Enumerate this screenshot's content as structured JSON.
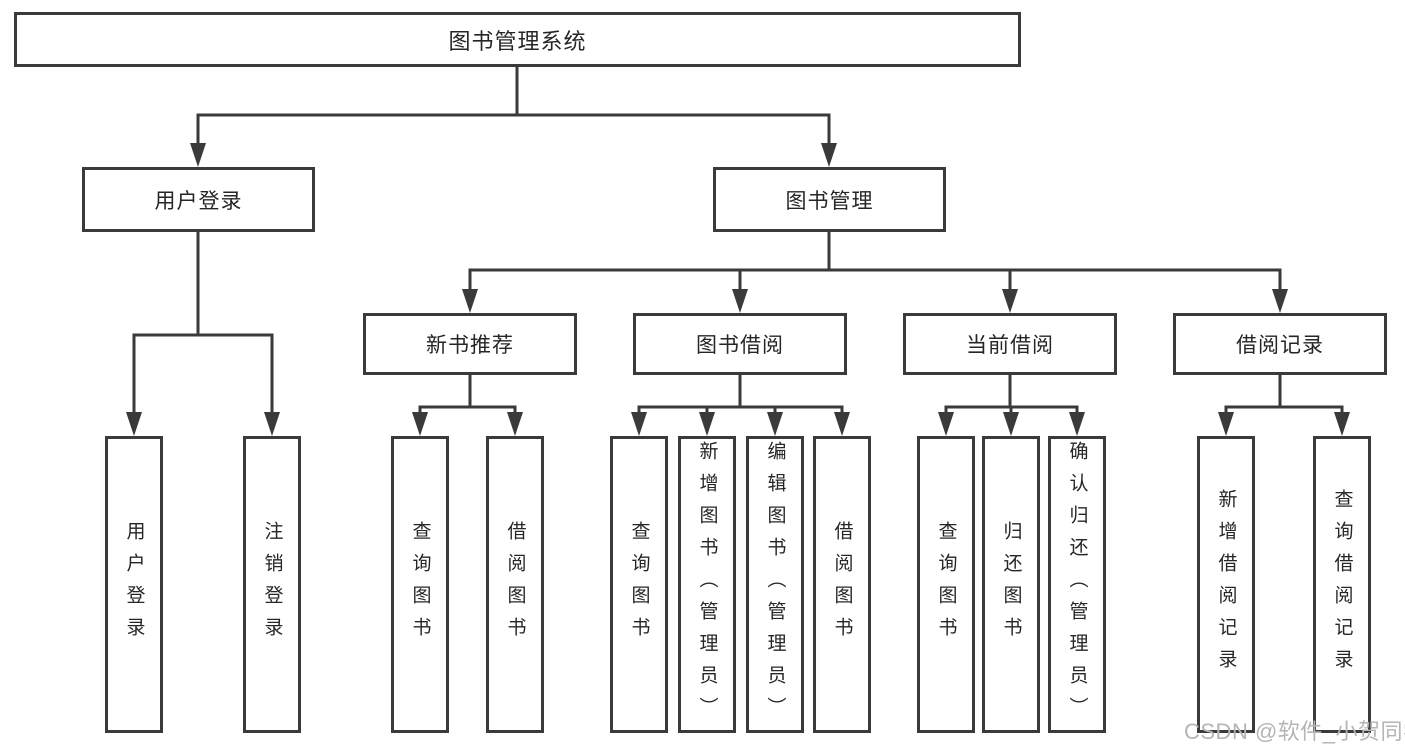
{
  "tree": {
    "root": "图书管理系统",
    "level2": {
      "user_login": "用户登录",
      "book_management": "图书管理"
    },
    "level3": {
      "new_book_recommend": "新书推荐",
      "book_borrow": "图书借阅",
      "current_borrow": "当前借阅",
      "borrow_records": "借阅记录"
    },
    "leaves": {
      "user_login": [
        "用户登录",
        "注销登录"
      ],
      "new_book_recommend": [
        "查询图书",
        "借阅图书"
      ],
      "book_borrow": [
        "查询图书",
        "新增图书（管理员）",
        "编辑图书（管理员）",
        "借阅图书"
      ],
      "current_borrow": [
        "查询图书",
        "归还图书",
        "确认归还（管理员）"
      ],
      "borrow_records": [
        "新增借阅记录",
        "查询借阅记录"
      ]
    }
  },
  "colors": {
    "line": "#3a3a3a",
    "box_border": "#3a3a3a",
    "text": "#262626",
    "watermark": "#b5b5b5",
    "background": "#ffffff"
  },
  "watermark": {
    "text": "CSDN @软件_小贺同学"
  }
}
